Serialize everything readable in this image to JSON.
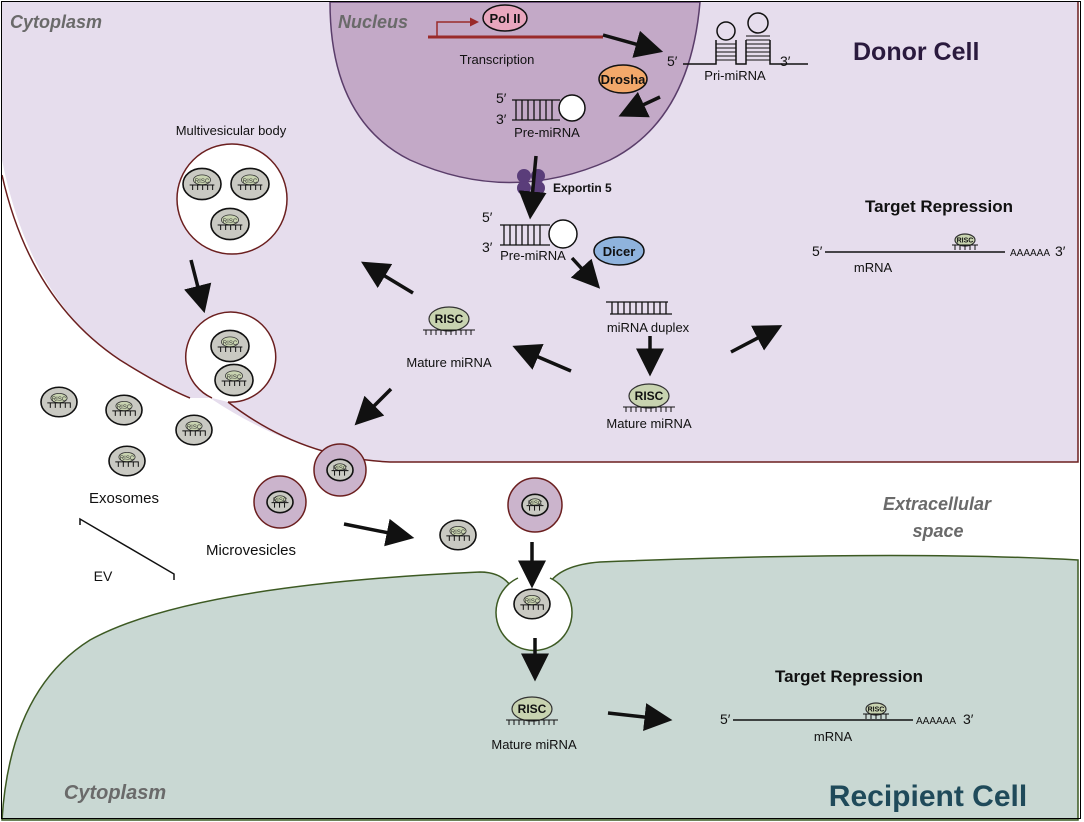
{
  "labels": {
    "cytoplasm_top": "Cytoplasm",
    "nucleus": "Nucleus",
    "pol2": "Pol II",
    "transcription": "Transcription",
    "pri_mirna": "Pri-miRNA",
    "drosha": "Drosha",
    "pre_mirna": "Pre-miRNA",
    "exportin": "Exportin 5",
    "pre_mirna_2": "Pre-miRNA",
    "dicer": "Dicer",
    "duplex": "miRNA duplex",
    "donor_cell": "Donor Cell",
    "target_repression": "Target Repression",
    "mrna": "mRNA",
    "polya": "AAAAAA",
    "five_prime": "5′",
    "three_prime": "3′",
    "risc": "RISC",
    "mature_mirna": "Mature miRNA",
    "multivesicular_body": "Multivesicular body",
    "exosomes": "Exosomes",
    "microvesicles": "Microvesicles",
    "ev": "EV",
    "extracellular_line1": "Extracellular",
    "extracellular_line2": "space",
    "cytoplasm_bottom": "Cytoplasm",
    "recipient_cell": "Recipient Cell",
    "target_repression_2": "Target Repression",
    "mrna_2": "mRNA"
  },
  "colors": {
    "donor_fill": "#e6dded",
    "donor_stroke": "#6b1f1f",
    "nucleus_fill": "#c3a9c7",
    "recipient_fill": "#c9d8d3",
    "recipient_stroke": "#3d5a23",
    "risc_fill": "#c8d3b0",
    "vesicle_fill": "#cbb4cc",
    "pol2": "#e8a6bd",
    "drosha": "#f2a86a",
    "dicer": "#8fb3dd",
    "exportin": "#5a3d7a",
    "label_grey": "#6a6a6a",
    "title_dark": "#2a1a3e",
    "recipient_title": "#1f4a5a"
  }
}
